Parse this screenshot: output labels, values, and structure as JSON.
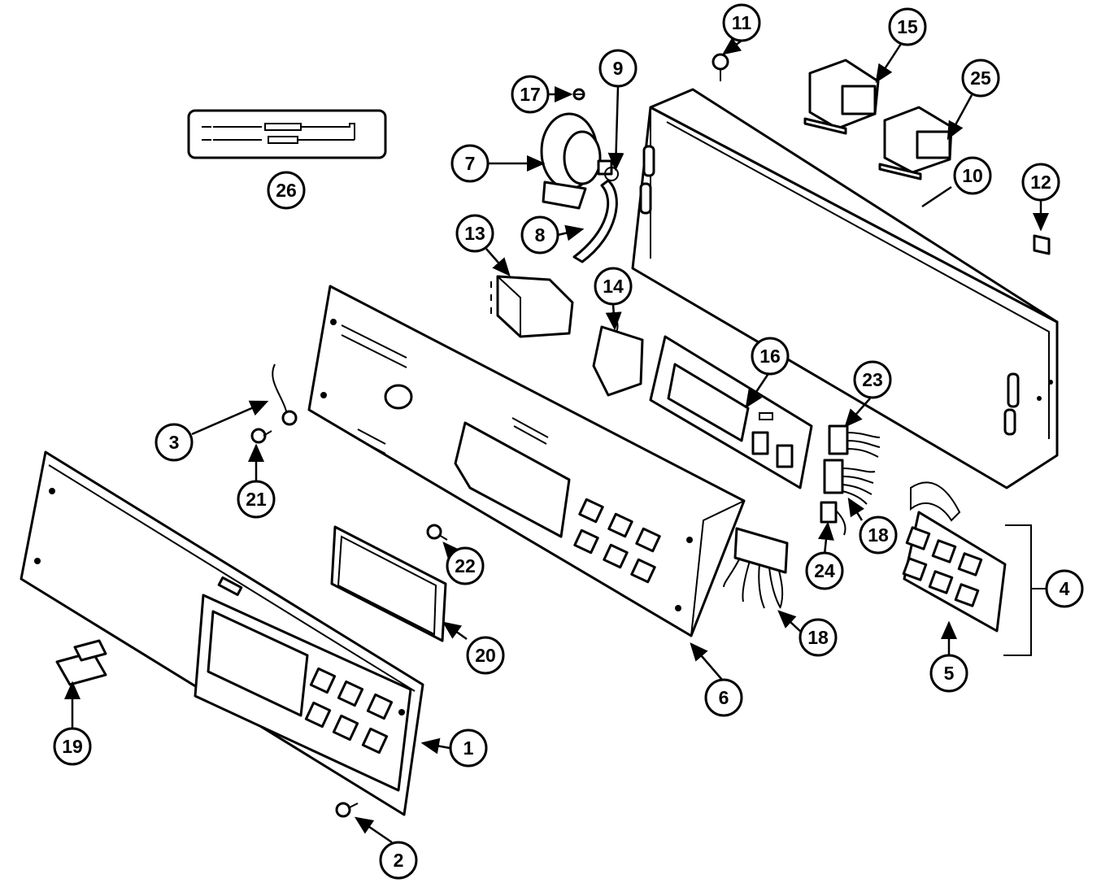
{
  "diagram": {
    "callouts": [
      {
        "id": "1",
        "label": "1"
      },
      {
        "id": "2",
        "label": "2"
      },
      {
        "id": "3",
        "label": "3"
      },
      {
        "id": "4",
        "label": "4"
      },
      {
        "id": "5",
        "label": "5"
      },
      {
        "id": "6",
        "label": "6"
      },
      {
        "id": "7",
        "label": "7"
      },
      {
        "id": "8",
        "label": "8"
      },
      {
        "id": "9",
        "label": "9"
      },
      {
        "id": "10",
        "label": "10"
      },
      {
        "id": "11",
        "label": "11"
      },
      {
        "id": "12",
        "label": "12"
      },
      {
        "id": "13",
        "label": "13"
      },
      {
        "id": "14",
        "label": "14"
      },
      {
        "id": "15",
        "label": "15"
      },
      {
        "id": "16",
        "label": "16"
      },
      {
        "id": "17",
        "label": "17"
      },
      {
        "id": "18a",
        "label": "18"
      },
      {
        "id": "18b",
        "label": "18"
      },
      {
        "id": "19",
        "label": "19"
      },
      {
        "id": "20",
        "label": "20"
      },
      {
        "id": "21",
        "label": "21"
      },
      {
        "id": "22",
        "label": "22"
      },
      {
        "id": "23",
        "label": "23"
      },
      {
        "id": "24",
        "label": "24"
      },
      {
        "id": "25",
        "label": "25"
      },
      {
        "id": "26",
        "label": "26"
      }
    ]
  }
}
